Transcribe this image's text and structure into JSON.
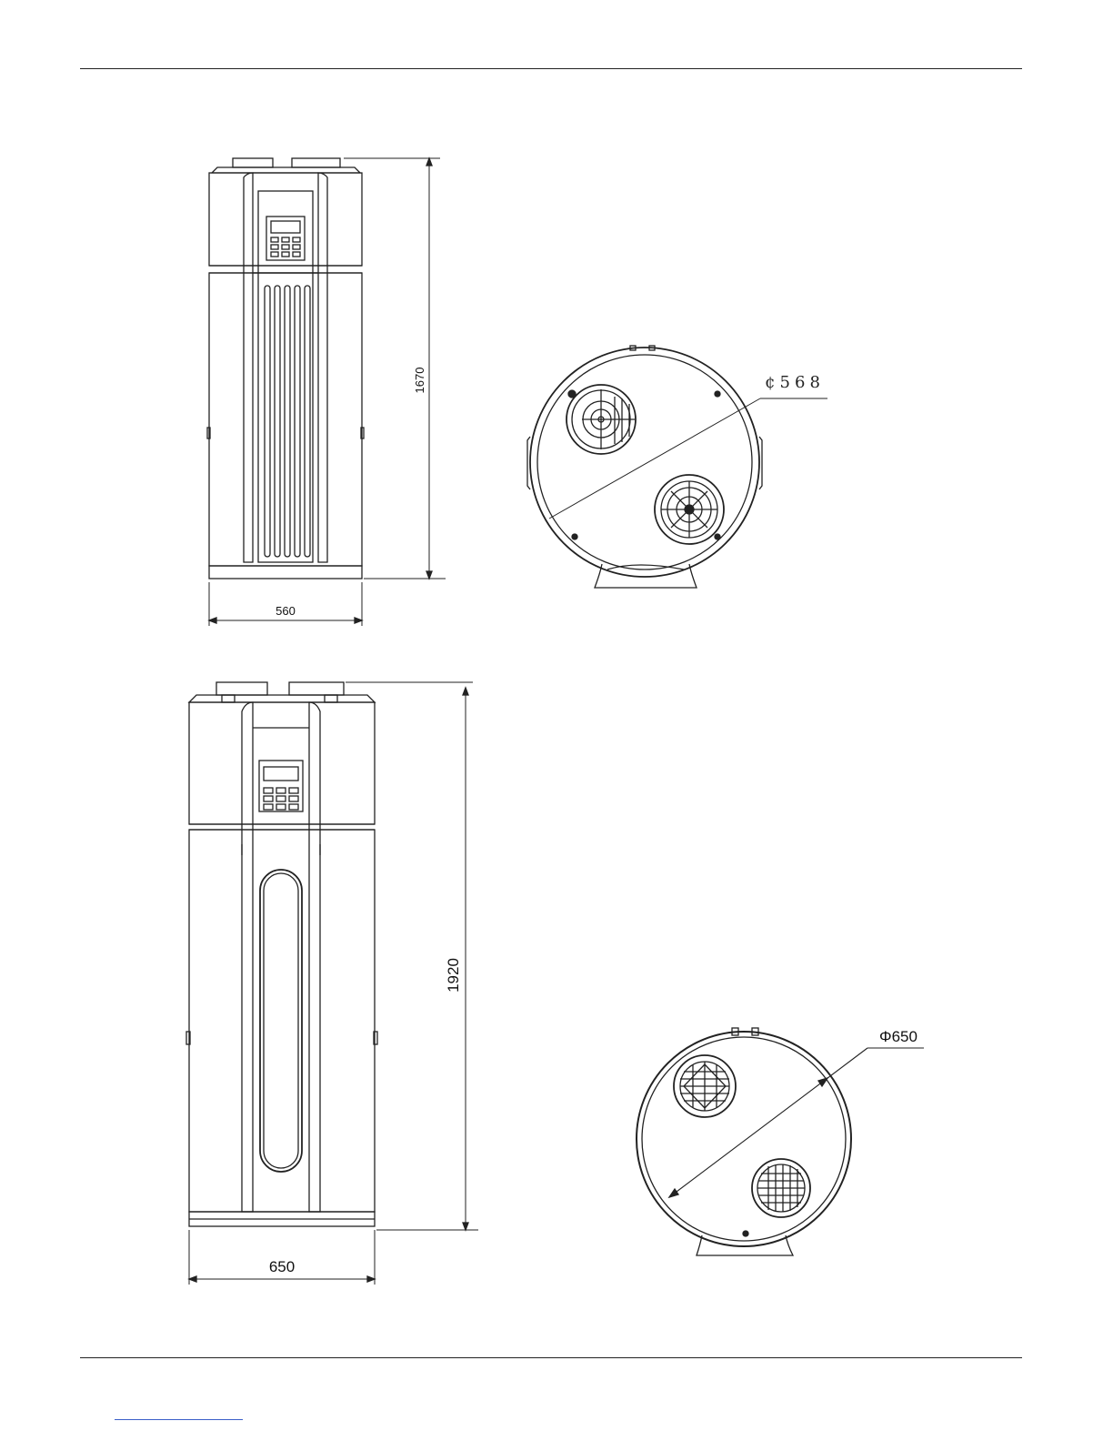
{
  "diagrams": {
    "small_unit": {
      "width_label": "560",
      "height_label": "1670",
      "diameter_label": "¢568"
    },
    "large_unit": {
      "width_label": "650",
      "height_label": "1920",
      "diameter_label": "Φ650"
    }
  }
}
